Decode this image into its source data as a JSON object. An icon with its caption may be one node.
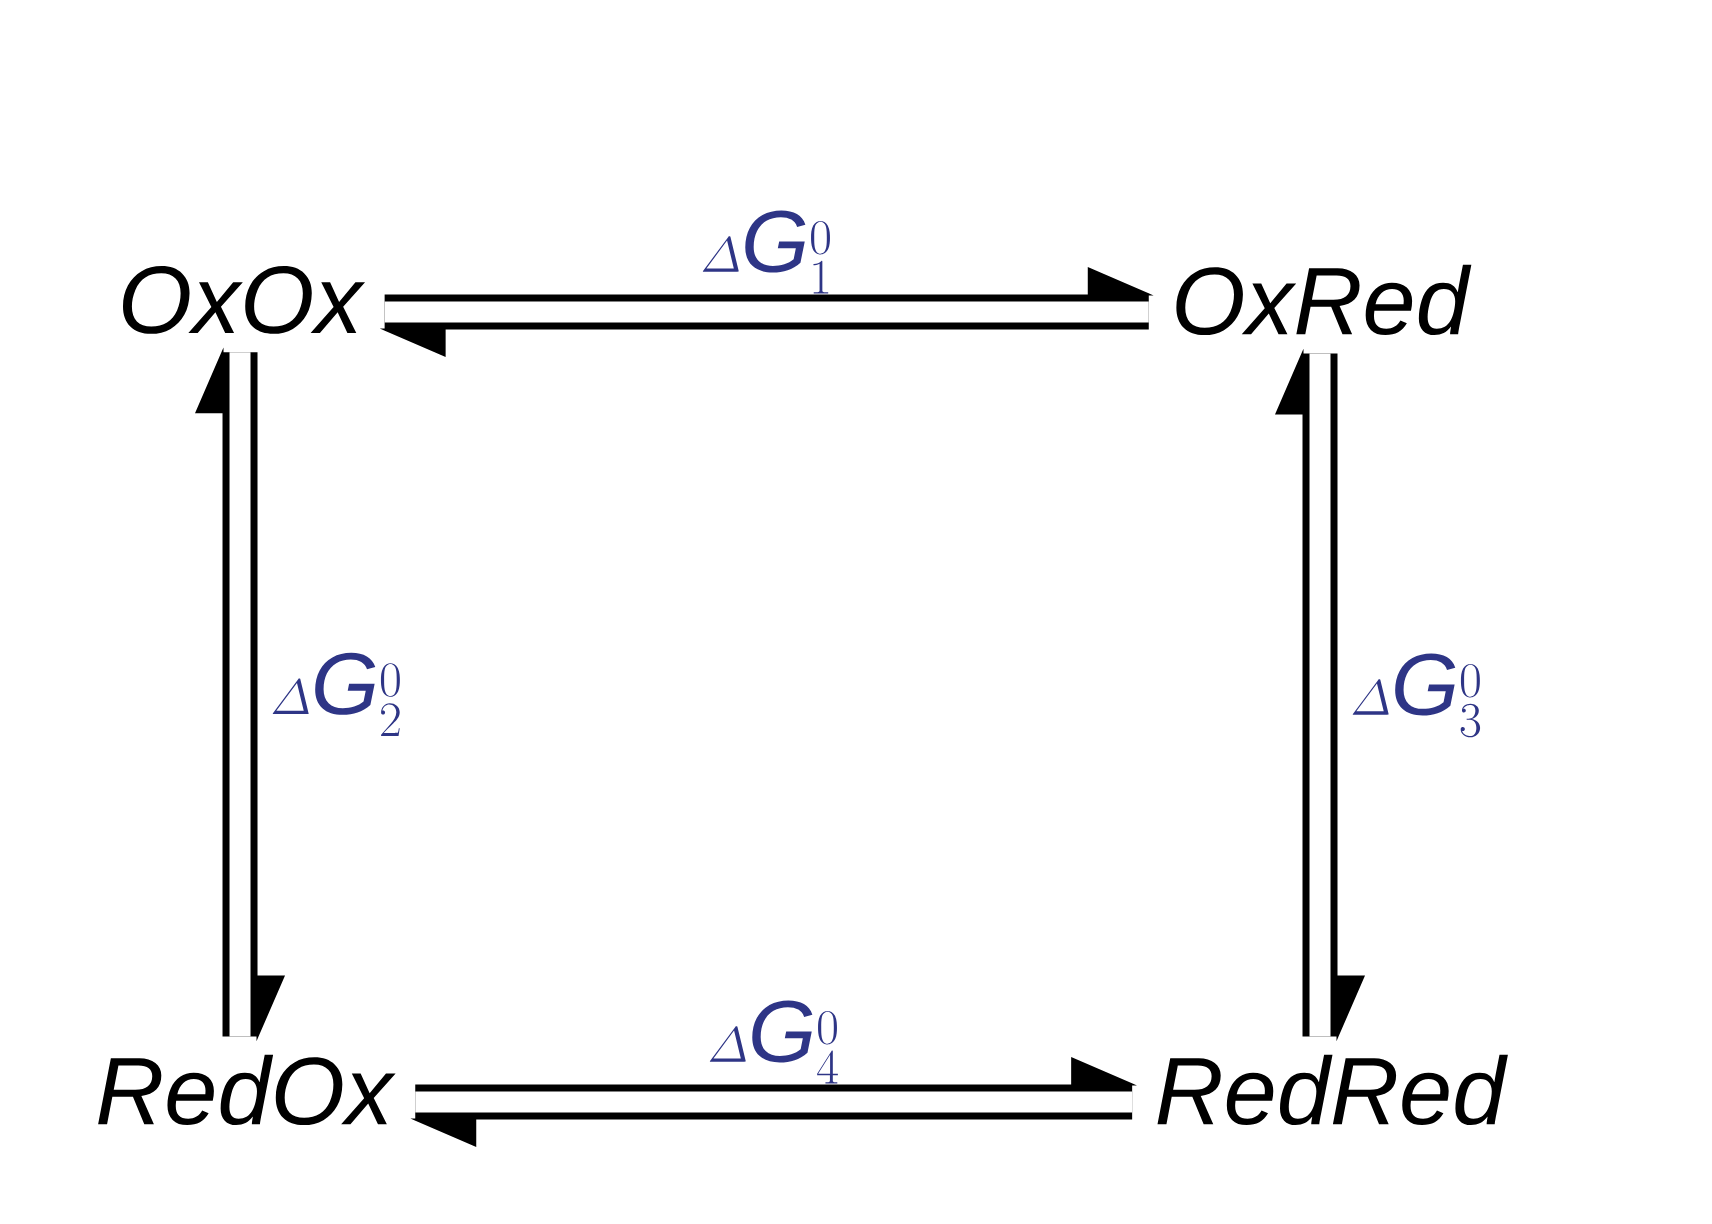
{
  "diagram": {
    "nodes": [
      {
        "text": [
          "OxOx"
        ]
      },
      {
        "text": [
          "OxRed"
        ]
      },
      {
        "text": [
          "RedOx"
        ]
      },
      {
        "text": [
          "RedRed"
        ]
      }
    ],
    "edges": [
      {
        "from": 0,
        "to": 1,
        "arrow": "both",
        "label": "\\varDelta \\mathit{G}_1^0"
      },
      {
        "from": 0,
        "to": 2,
        "arrow": "both",
        "label": "\\varDelta \\mathit{G}_2^0"
      },
      {
        "from": 1,
        "to": 3,
        "arrow": "both",
        "label": "\\varDelta \\mathit{G}_3^0"
      },
      {
        "from": 2,
        "to": 3,
        "arrow": "both",
        "label": "\\varDelta \\mathit{G}_4^0"
      }
    ]
  }
}
